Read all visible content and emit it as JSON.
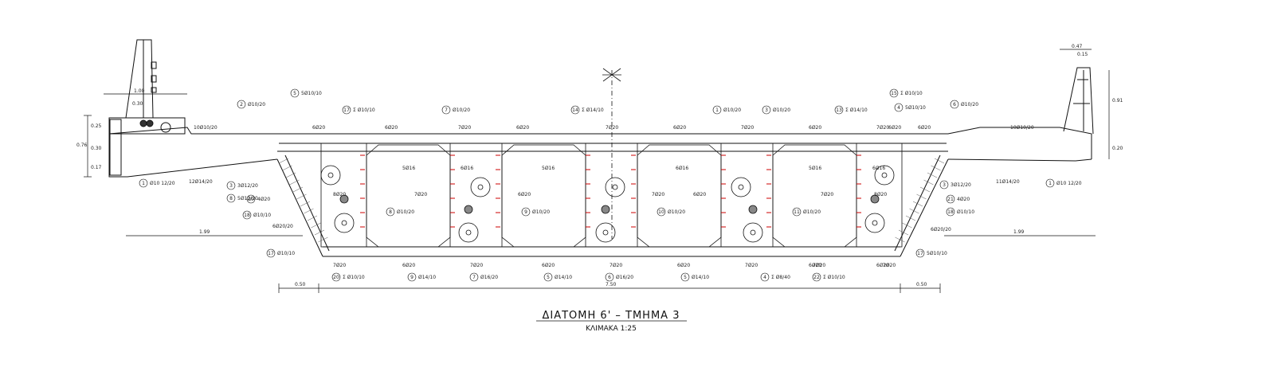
{
  "title": {
    "main": "ΔΙΑΤΟΜΗ 6' – ΤΜΗΜΑ 3",
    "scale": "ΚΛΙΜΑΚΑ 1:25"
  },
  "dimensions": {
    "bottom_left_offset": "0.50",
    "bottom_width": "7.50",
    "bottom_right_offset": "0.50",
    "left_cantilever": "1.99",
    "right_cantilever": "1.99",
    "left_parapet_width": "1.00",
    "left_parapet_inner": "0.30",
    "left_heights": [
      "0.25",
      "0.76",
      "0.30",
      "0.17"
    ],
    "right_top_width": "0.47",
    "right_top_inner": "0.15",
    "right_heights": [
      "0.91",
      "0.20"
    ]
  },
  "top_callouts": [
    {
      "tag": "5",
      "text": "5Ø10/10"
    },
    {
      "tag": "2",
      "text": "Ø10/20"
    },
    {
      "tag": "17",
      "text": "Σ Ø10/10"
    },
    {
      "tag": "7",
      "text": "Ø10/20"
    },
    {
      "tag": "14",
      "text": "Σ Ø14/10"
    },
    {
      "tag": "1",
      "text": "Ø10/20"
    },
    {
      "tag": "3",
      "text": "Ø10/20"
    },
    {
      "tag": "13",
      "text": "Σ Ø14/10"
    },
    {
      "tag": "15",
      "text": "Σ Ø10/10"
    },
    {
      "tag": "4",
      "text": "5Ø10/10"
    },
    {
      "tag": "6",
      "text": "Ø10/20"
    }
  ],
  "deck_labels": [
    "10Ø10/20",
    "6Ø20",
    "6Ø20",
    "7Ø20",
    "6Ø20",
    "7Ø20",
    "6Ø20",
    "7Ø20",
    "6Ø20",
    "7Ø20",
    "6Ø20",
    "6Ø20",
    "10Ø10/20"
  ],
  "web_labels": [
    "5Ø16",
    "6Ø16",
    "5Ø16",
    "6Ø16",
    "5Ø16",
    "6Ø16"
  ],
  "mid_labels": [
    "8Ø20",
    "7Ø20",
    "6Ø20",
    "7Ø20",
    "6Ø20",
    "7Ø20",
    "8Ø20"
  ],
  "lower_callouts": [
    {
      "tag": "8",
      "text": "Ø10/20"
    },
    {
      "tag": "9",
      "text": "Ø10/20"
    },
    {
      "tag": "10",
      "text": "Ø10/20"
    },
    {
      "tag": "11",
      "text": "Ø10/20"
    }
  ],
  "left_callouts": [
    {
      "tag": "1",
      "text": "Ø10 12/20"
    },
    {
      "tag": "3",
      "text": "3Ø12/20"
    },
    {
      "tag": "8",
      "text": "5Ø12/20"
    },
    {
      "tag": "20",
      "text": "4Ø20"
    },
    {
      "tag": "18",
      "text": "Ø10/10"
    },
    {
      "tag": "17",
      "text": "Ø10/10"
    }
  ],
  "left_misc": [
    "12Ø14/20",
    "6Ø20/20"
  ],
  "right_callouts": [
    {
      "tag": "1",
      "text": "Ø10 12/20"
    },
    {
      "tag": "3",
      "text": "3Ø12/20"
    },
    {
      "tag": "21",
      "text": "4Ø20"
    },
    {
      "tag": "18",
      "text": "Ø10/10"
    },
    {
      "tag": "17",
      "text": "5Ø10/10"
    }
  ],
  "right_misc": [
    "11Ø14/20",
    "6Ø20/20"
  ],
  "bottom_labels": [
    "7Ø20",
    "6Ø20",
    "7Ø20",
    "6Ø20",
    "7Ø20",
    "6Ø20",
    "7Ø20",
    "6Ø20",
    "7Ø20",
    "6Ø20",
    "7Ø20"
  ],
  "bottom_callouts": [
    {
      "tag": "20",
      "text": "Σ Ø10/10"
    },
    {
      "tag": "9",
      "text": "Ø14/10"
    },
    {
      "tag": "7",
      "text": "Ø16/20"
    },
    {
      "tag": "5",
      "text": "Ø14/10"
    },
    {
      "tag": "6",
      "text": "Ø16/20"
    },
    {
      "tag": "5",
      "text": "Ø14/10"
    },
    {
      "tag": "4",
      "text": "Σ Ø8/40"
    },
    {
      "tag": "22",
      "text": "Σ Ø10/10"
    }
  ],
  "colors": {
    "line": "#111111",
    "stirrup_mark": "#cc0000",
    "hatch": "#555555"
  }
}
